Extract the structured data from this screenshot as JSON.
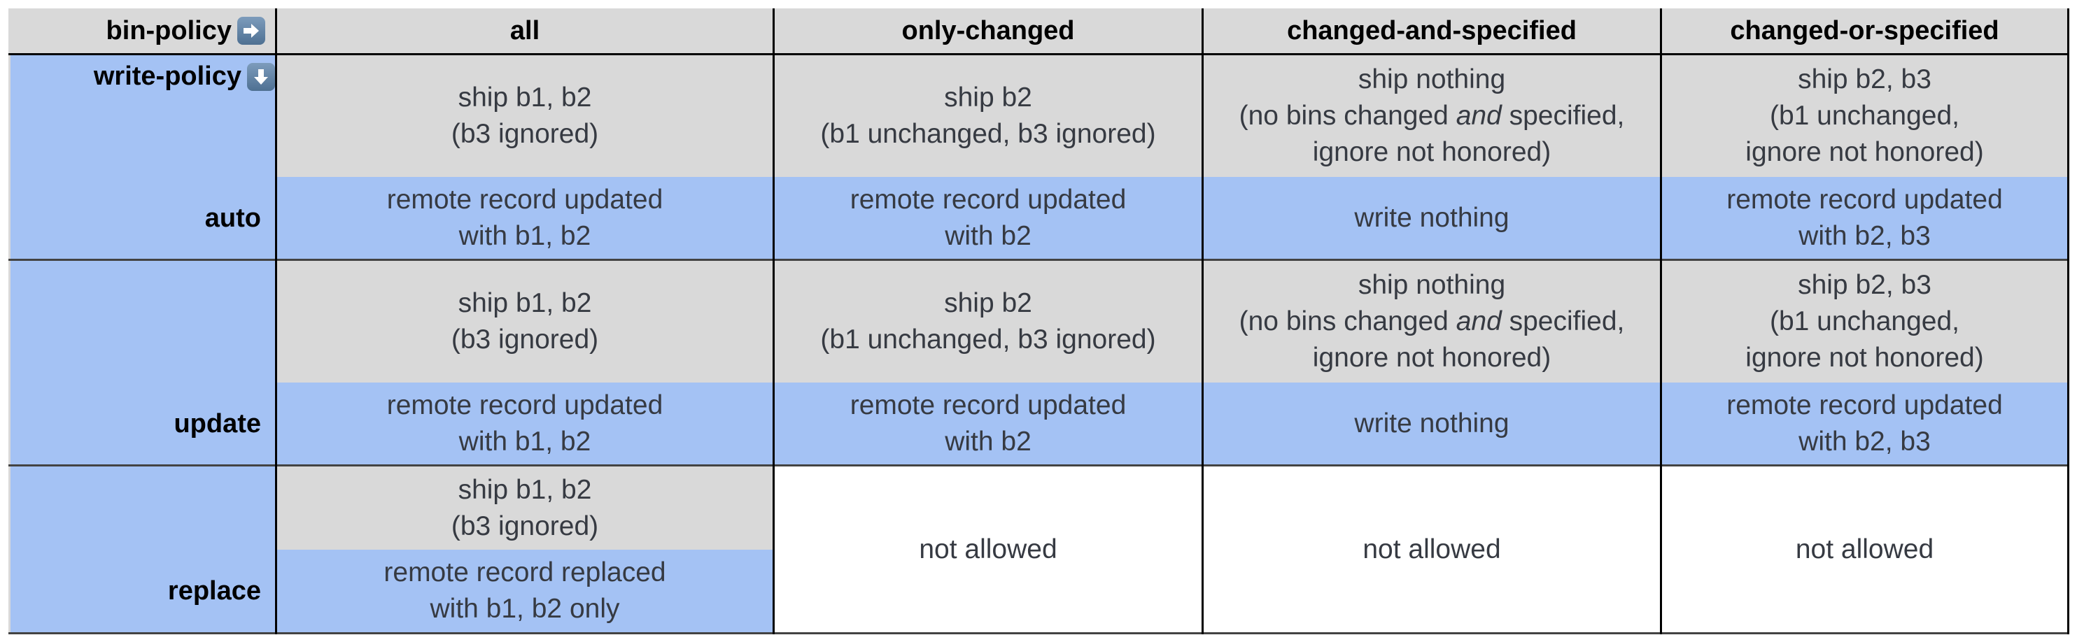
{
  "corner": {
    "bin_policy_label": "bin-policy",
    "bin_policy_icon": "right-arrow-icon",
    "write_policy_label": "write-policy",
    "write_policy_icon": "down-arrow-icon"
  },
  "columns": [
    "all",
    "only-changed",
    "changed-and-specified",
    "changed-or-specified"
  ],
  "rows": [
    {
      "label": "auto",
      "ship": [
        "ship b1, b2\n(b3 ignored)",
        "ship b2\n(b1 unchanged, b3 ignored)",
        {
          "pre": "ship nothing\n(no bins changed ",
          "em": "and",
          "post": " specified,\nignore not honored)"
        },
        "ship b2, b3\n(b1 unchanged,\nignore not honored)"
      ],
      "result": [
        "remote record updated\nwith b1, b2",
        "remote record updated\nwith b2",
        "write nothing",
        "remote record updated\nwith b2, b3"
      ]
    },
    {
      "label": "update",
      "ship": [
        "ship b1, b2\n(b3 ignored)",
        "ship b2\n(b1 unchanged, b3 ignored)",
        {
          "pre": "ship nothing\n(no bins changed ",
          "em": "and",
          "post": " specified,\nignore not honored)"
        },
        "ship b2, b3\n(b1 unchanged,\nignore not honored)"
      ],
      "result": [
        "remote record updated\nwith b1, b2",
        "remote record updated\nwith b2",
        "write nothing",
        "remote record updated\nwith b2, b3"
      ]
    },
    {
      "label": "replace",
      "ship": [
        "ship b1, b2\n(b3 ignored)"
      ],
      "result": [
        "remote record replaced\nwith b1, b2 only"
      ],
      "not_allowed": [
        "not allowed",
        "not allowed",
        "not allowed"
      ]
    }
  ],
  "colors": {
    "gray_cell": "#d9d9d9",
    "blue_cell": "#a4c2f4",
    "text": "#363a42",
    "border": "#000000",
    "group_border": "#434343"
  }
}
